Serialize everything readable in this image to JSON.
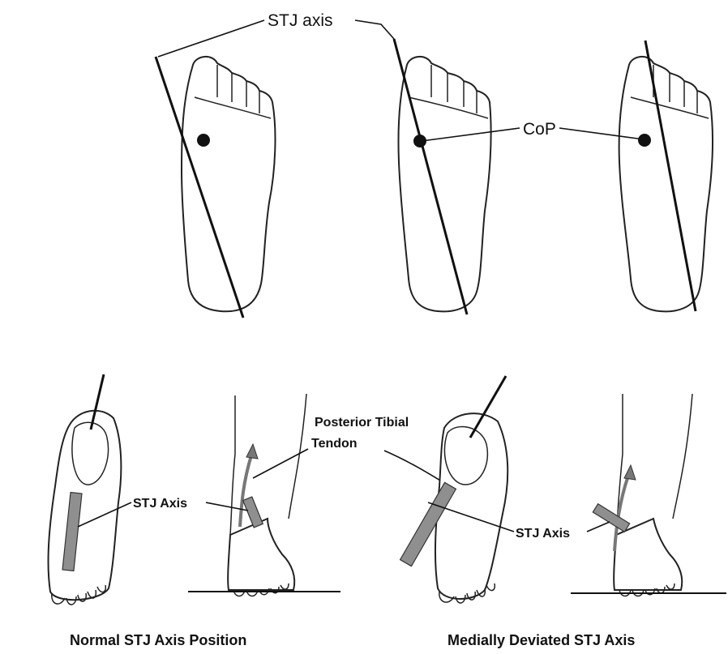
{
  "top_panel": {
    "stj_axis_label": "STJ axis",
    "cop_label": "CoP"
  },
  "bottom_panel": {
    "left_stj_axis_label": "STJ Axis",
    "posterior_tibial_label_line1": "Posterior Tibial",
    "posterior_tibial_label_line2": "Tendon",
    "right_stj_axis_label": "STJ Axis"
  },
  "captions": {
    "left": "Normal STJ Axis Position",
    "right": "Medially Deviated STJ Axis"
  },
  "colors": {
    "line": "#111111",
    "axis_cylinder": "#8f8f8f",
    "tendon_arrow": "#777777"
  }
}
